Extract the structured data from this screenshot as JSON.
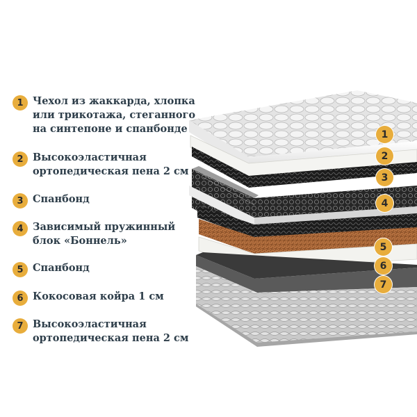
{
  "layers": [
    {
      "number": "1",
      "lines": [
        "Чехол из жаккарда, хлопка",
        "или трикотажа, стеганного",
        "на синтепоне и спанбонде"
      ]
    },
    {
      "number": "2",
      "lines": [
        "Высокоэластичная",
        "ортопедическая пена 2 см"
      ]
    },
    {
      "number": "3",
      "lines": [
        "Спанбонд"
      ]
    },
    {
      "number": "4",
      "lines": [
        "Зависимый пружинный",
        "блок «Боннель»"
      ]
    },
    {
      "number": "5",
      "lines": [
        "Спанбонд"
      ]
    },
    {
      "number": "6",
      "lines": [
        "Кокосовая койра 1 см"
      ]
    },
    {
      "number": "7",
      "lines": [
        "Высокоэластичная",
        "ортопедическая пена 2 см"
      ]
    }
  ],
  "colors": {
    "badge": "#e8ad3c",
    "text": "#2e3e4a",
    "spunbond": "#1c1c1c",
    "coir": "#b4703f",
    "foam": "#f1f1ee",
    "cover": "#dcdcdc"
  }
}
